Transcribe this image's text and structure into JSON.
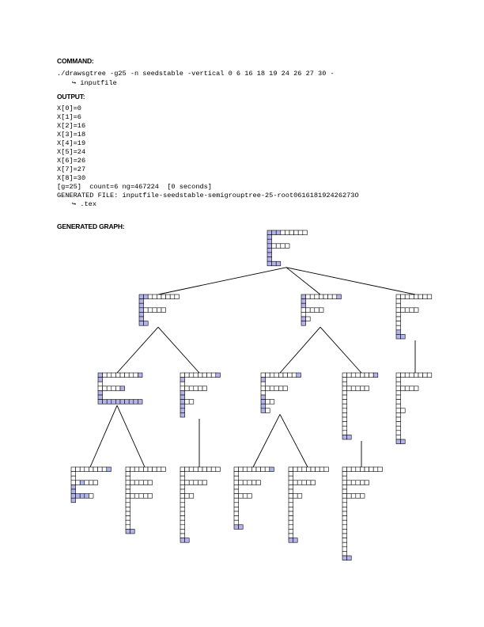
{
  "labels": {
    "command": "COMMAND:",
    "output": "OUTPUT:",
    "graph": "GENERATED GRAPH:"
  },
  "command": {
    "line1": "./drawsgtree -g25 -n seedstable -vertical 0 6 16 18 19 24 26 27 30 -",
    "line2": "inputfile",
    "continuation_arrow": "↪"
  },
  "output": {
    "lines": [
      "X[0]=0",
      "X[1]=6",
      "X[2]=16",
      "X[3]=18",
      "X[4]=19",
      "X[5]=24",
      "X[6]=26",
      "X[7]=27",
      "X[8]=30",
      "[g=25]  count=6 ng=467224  [0 seconds]",
      "GENERATED FILE: inputfile-seedstable-semigrouptree-25-root061618192426273O"
    ],
    "file_continuation": ".tex"
  },
  "colors": {
    "cell_fill": "#b4b4ec",
    "cell_stroke": "#000000",
    "edge": "#000000"
  }
}
